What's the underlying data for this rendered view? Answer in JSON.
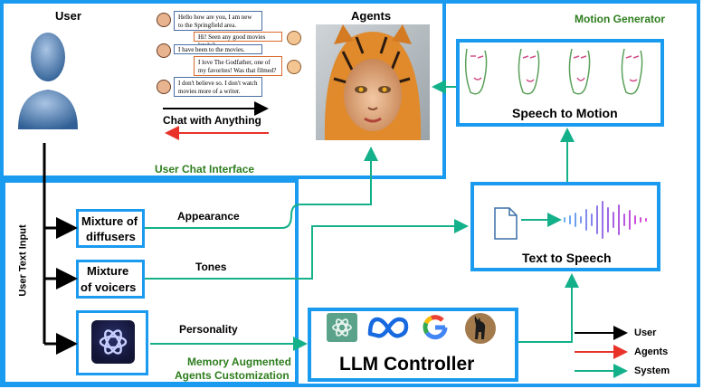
{
  "panels": {
    "user_chat": {
      "label": "User Chat Interface"
    },
    "motion": {
      "label": "Motion Generator",
      "inner_label": "Speech to Motion"
    },
    "customization": {
      "label_line1": "Memory Augmented",
      "label_line2": "Agents Customization"
    },
    "tts": {
      "label": "Text to Speech"
    },
    "llm": {
      "label": "LLM Controller"
    }
  },
  "headings": {
    "user": "User",
    "agents": "Agents"
  },
  "chat": {
    "caption": "Chat with Anything",
    "messages": [
      {
        "role": "user",
        "text": "Hello how are you, I am new to the Springfield area."
      },
      {
        "role": "agent",
        "text": "Hi! Seen any good movies lately?"
      },
      {
        "role": "user",
        "text": "I have been to the movies."
      },
      {
        "role": "agent",
        "text": "I love The Godfather, one of my favorites! Was that filmed?"
      },
      {
        "role": "user",
        "text": "I don't believe so. I don't watch movies more of a writer."
      }
    ]
  },
  "modules": {
    "diffusers": {
      "line1": "Mixture of",
      "line2": "diffusers"
    },
    "voicers": {
      "line1": "Mixture",
      "line2": "of voicers"
    }
  },
  "vertical_label": "User Text Input",
  "flow_labels": {
    "appearance": "Appearance",
    "tones": "Tones",
    "personality": "Personality"
  },
  "legend": [
    {
      "label": "User",
      "color": "#000000"
    },
    {
      "label": "Agents",
      "color": "#e8322a"
    },
    {
      "label": "System",
      "color": "#14b08a"
    }
  ],
  "icons": [
    "user-silhouette-icon",
    "tiger-agent-portrait",
    "face-sketch-icon",
    "openai-logo-icon",
    "meta-logo-icon",
    "google-logo-icon",
    "llama-logo-icon",
    "document-icon",
    "waveform-icon"
  ],
  "colors": {
    "panel_border": "#1a9bf0",
    "system_arrow": "#14b08a",
    "agent_arrow": "#e8322a",
    "user_arrow": "#000000",
    "panel_label": "#2e7d1e"
  }
}
